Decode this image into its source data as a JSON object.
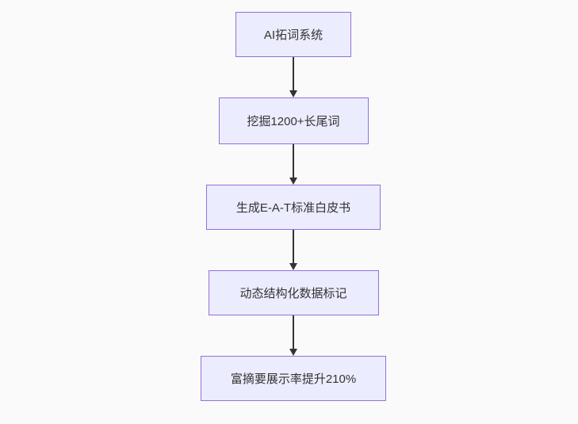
{
  "diagram": {
    "type": "flowchart",
    "direction": "top-down",
    "colors": {
      "node_fill": "#ECECFF",
      "node_border": "#9370DB",
      "edge": "#333333",
      "text": "#333333",
      "background": "#fafafa"
    },
    "nodes": [
      {
        "id": "n0",
        "label": "AI拓词系统"
      },
      {
        "id": "n1",
        "label": "挖掘1200+长尾词"
      },
      {
        "id": "n2",
        "label": "生成E-A-T标准白皮书"
      },
      {
        "id": "n3",
        "label": "动态结构化数据标记"
      },
      {
        "id": "n4",
        "label": "富摘要展示率提升210%"
      }
    ],
    "edges": [
      {
        "from": "n0",
        "to": "n1"
      },
      {
        "from": "n1",
        "to": "n2"
      },
      {
        "from": "n2",
        "to": "n3"
      },
      {
        "from": "n3",
        "to": "n4"
      }
    ]
  }
}
